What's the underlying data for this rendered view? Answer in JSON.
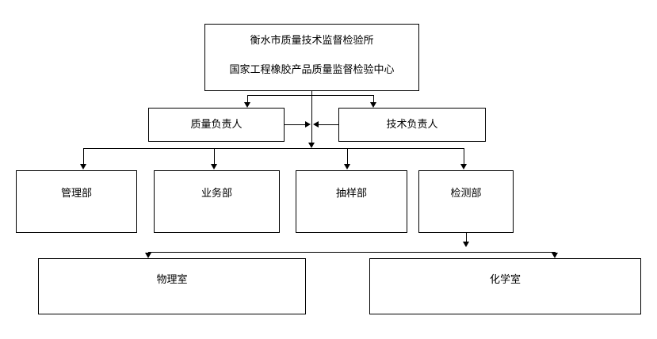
{
  "diagram": {
    "type": "organization-chart",
    "orientation": "top-down",
    "background_color": "#ffffff",
    "line_color": "#000000",
    "text_color": "#000000",
    "nodes": {
      "root": {
        "line1": "衡水市质量技术监督检验所",
        "line2": "国家工程橡胶产品质量监督检验中心"
      },
      "managers": [
        {
          "label": "质量负责人"
        },
        {
          "label": "技术负责人"
        }
      ],
      "departments": [
        {
          "label": "管理部"
        },
        {
          "label": "业务部"
        },
        {
          "label": "抽样部"
        },
        {
          "label": "检测部"
        }
      ],
      "labs": [
        {
          "label": "物理室"
        },
        {
          "label": "化学室"
        }
      ]
    }
  }
}
